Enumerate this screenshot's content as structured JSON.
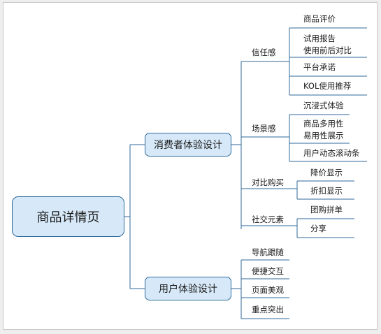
{
  "mindmap": {
    "root": "商品详情页",
    "branches": [
      {
        "label": "消费者体验设计",
        "groups": [
          {
            "label": "信任感",
            "items": [
              "商品评价",
              "试用报告\n使用前后对比",
              "平台承诺",
              "KOL使用推荐"
            ]
          },
          {
            "label": "场景感",
            "items": [
              "沉浸式体验",
              "商品多用性\n易用性展示",
              "用户动态滚动条"
            ]
          },
          {
            "label": "对比购买",
            "items": [
              "降价显示",
              "折扣显示"
            ]
          },
          {
            "label": "社交元素",
            "items": [
              "团购拼单",
              "分享"
            ]
          }
        ]
      },
      {
        "label": "用户体验设计",
        "items": [
          "导航跟随",
          "便捷交互",
          "页面美观",
          "重点突出"
        ]
      }
    ]
  },
  "colors": {
    "node_fill": "#d7e9f8",
    "node_border": "#2f6a9a",
    "connector": "#2f6a9a"
  }
}
